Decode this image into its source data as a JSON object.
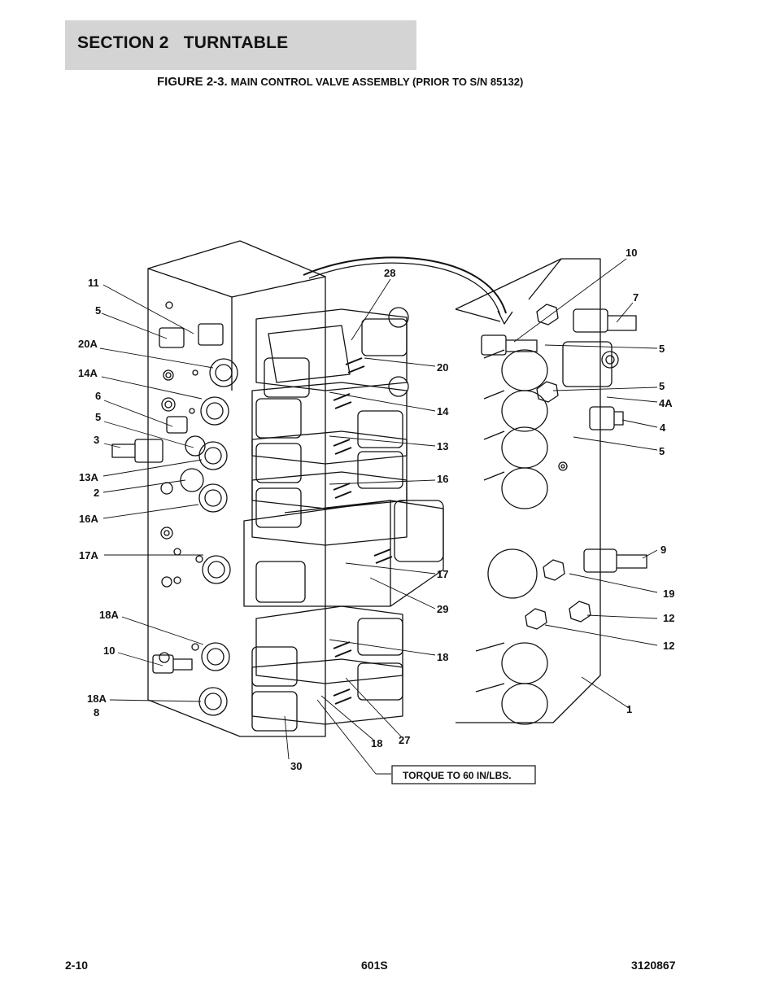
{
  "header": {
    "section": "SECTION 2   TURNTABLE",
    "figure_prefix": "FIGURE 2-3.",
    "figure_title": "MAIN CONTROL VALVE ASSEMBLY (PRIOR TO S/N 85132)"
  },
  "drawing": {
    "callouts": {
      "c10_top": "10",
      "c28": "28",
      "c11": "11",
      "c5a": "5",
      "c20a": "20A",
      "c14a": "14A",
      "c6": "6",
      "c5b": "5",
      "c3": "3",
      "c13a": "13A",
      "c2": "2",
      "c16a": "16A",
      "c17a": "17A",
      "c18a_1": "18A",
      "c10_left": "10",
      "c18a_2": "18A",
      "c8": "8",
      "c30": "30",
      "c7": "7",
      "c5c": "5",
      "c5d": "5",
      "c4a": "4A",
      "c4": "4",
      "c5e": "5",
      "c20": "20",
      "c14": "14",
      "c13": "13",
      "c16": "16",
      "c17": "17",
      "c29": "29",
      "c9": "9",
      "c19": "19",
      "c12a": "12",
      "c12b": "12",
      "c18": "18",
      "c1": "1",
      "c18b": "18",
      "c27": "27"
    },
    "torque_note": "TORQUE TO 60 IN/LBS."
  },
  "footer": {
    "page": "2-10",
    "model": "601S",
    "doc_number": "3120867"
  }
}
